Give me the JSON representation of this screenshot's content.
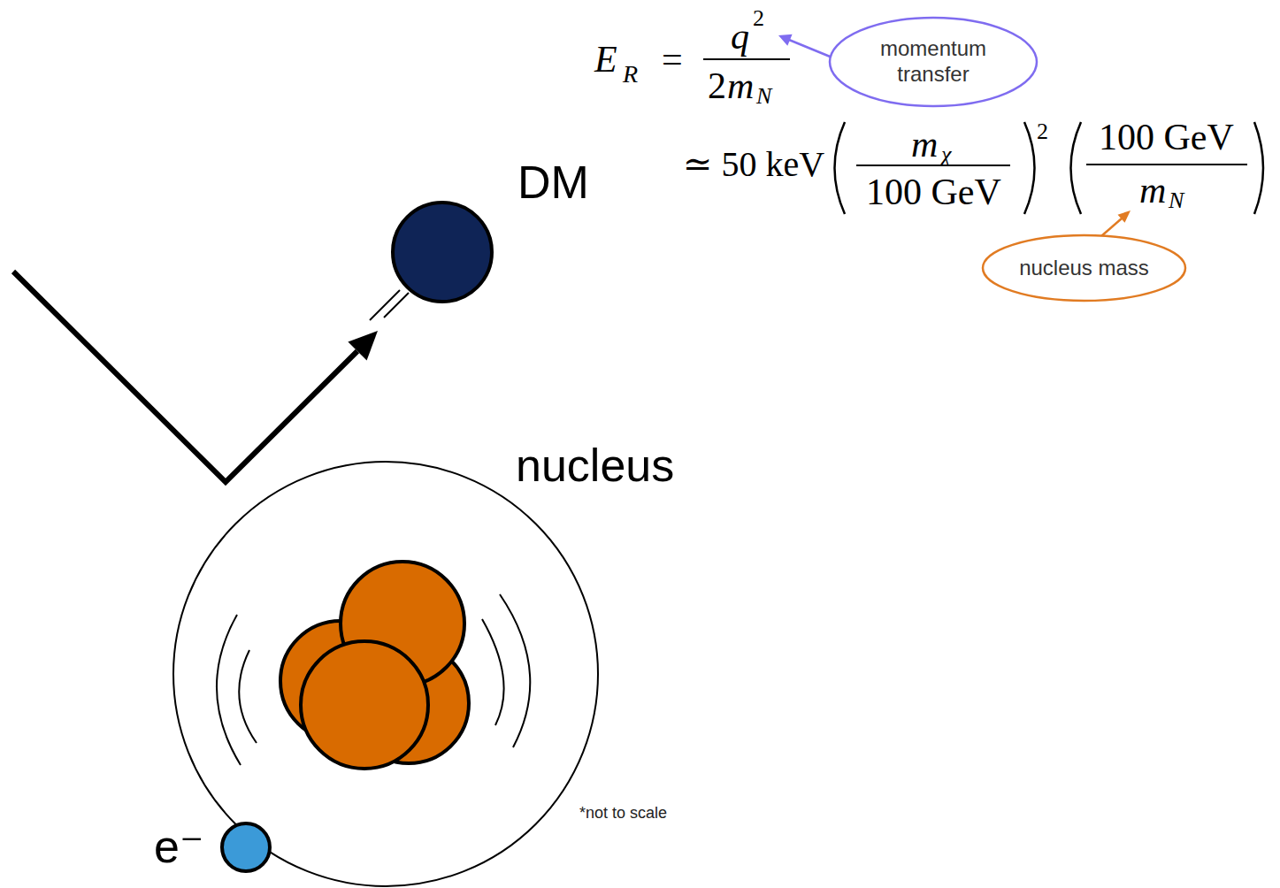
{
  "diagram": {
    "nodes": [
      {
        "text": [
          "momentum transfer"
        ]
      },
      {
        "text": [
          "DM"
        ]
      },
      {
        "text": [
          "nucleus mass"
        ]
      },
      {
        "text": [
          "nucleus"
        ]
      },
      {
        "text": [
          "e⁻"
        ]
      }
    ],
    "labels": [
      "E",
      "R",
      "=",
      "q",
      "2",
      "2",
      "m",
      "N",
      "≃ 50 keV",
      "m",
      "χ",
      "100 GeV",
      "2",
      "100 GeV",
      "m",
      "N",
      "*not to scale"
    ]
  }
}
